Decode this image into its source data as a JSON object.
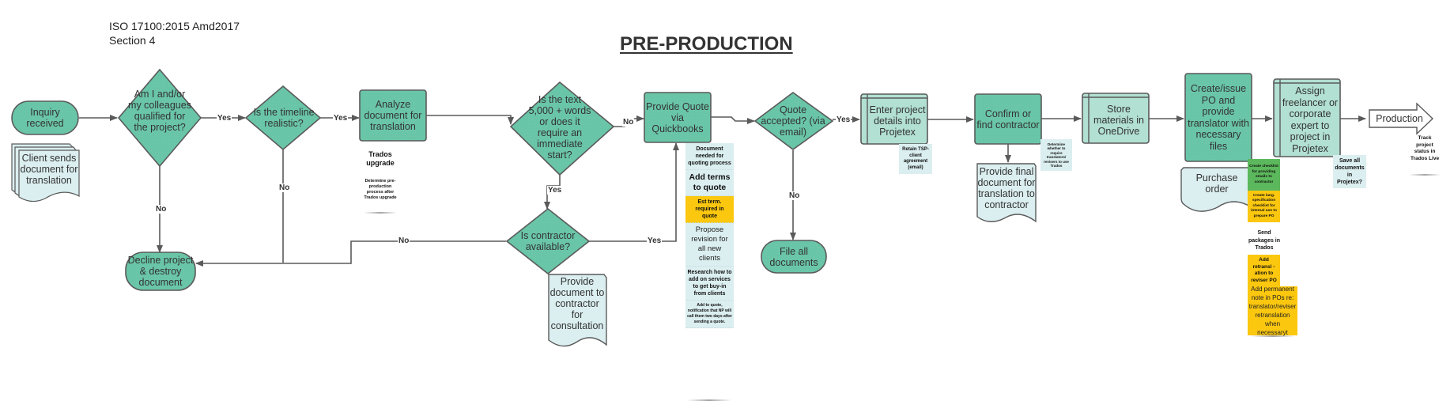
{
  "header": {
    "standard_line1": "ISO 17100:2015 Amd2017",
    "standard_line2": "Section 4",
    "title": "PRE-PRODUCTION"
  },
  "colors": {
    "process_fill": "#69c5a7",
    "secondary_fill": "#b2e0d2",
    "document_fill": "#dbeef0",
    "stroke": "#5a5a5a",
    "note_yellow": "#fbc70f",
    "note_green": "#5cb85c"
  },
  "nodes": {
    "inquiry_received": "Inquiry received",
    "client_sends_document": "Client sends document for translation",
    "qualified_decision": "Am I and/or my colleagues qualified for the project?",
    "timeline_decision": "Is the timeline realistic?",
    "decline_project": "Decline project & destroy document",
    "analyze_document": "Analyze document for translation",
    "word_count_decision": "Is the text 5,000 + words or does it require an immediate start?",
    "contractor_available_decision": "Is contractor available?",
    "provide_doc_consultation": "Provide document to contractor for consultation",
    "provide_quote": "Provide Quote via Quickbooks",
    "quote_accepted_decision": "Quote accepted? (via email)",
    "file_all_documents": "File all documents",
    "enter_project_details": "Enter project details into Projetex",
    "confirm_contractor": "Confirm or find contractor",
    "provide_final_document": "Provide final document for translation to contractor",
    "store_materials": "Store materials in OneDrive",
    "create_po": "Create/issue PO and provide translator with necessary files",
    "purchase_order": "Purchase order",
    "assign_freelancer": "Assign freelancer or corporate expert to project in Projetex",
    "production": "Production"
  },
  "edge_labels": {
    "yes": "Yes",
    "no": "No"
  },
  "notes": {
    "trados_upgrade_title": "Trados upgrade",
    "trados_upgrade_body": "Determine pre-production process after Trados upgrade",
    "quote_stack": [
      {
        "text": "Document needed for quoting process",
        "style": "plain",
        "size": "small"
      },
      {
        "text": "Add terms to quote",
        "style": "plain",
        "size": "large"
      },
      {
        "text": "Est term. required in quote",
        "style": "yellow",
        "size": "small"
      },
      {
        "text": "Propose revision for all new clients",
        "style": "plain",
        "size": "medium"
      },
      {
        "text": "Research how to add on services to get buy-in from clients",
        "style": "plain",
        "size": "small"
      },
      {
        "text": "Add to quote, notification that NP will call them two days after sending a quote.",
        "style": "plain",
        "size": "tiny"
      }
    ],
    "retain_agreement": "Retain TSP-client agreement (email)",
    "determine_trados": "Determine whether to require translators/ revisers to use Trados",
    "checklist_emails": "Create checklist for providing emails to contractor",
    "checklist_lang_spec": "Create lang. specification checklist for internal use to prepare PO",
    "send_packages": "Send packages in Trados",
    "add_retranslation": "Add retransl -ation to reviser PO",
    "permanent_note": "Add permanent note in POs re: translator/reviser retranslation when necessaryt",
    "save_documents": "Save all documents in Projetex?",
    "track_status": "Track project status in Trados Live"
  }
}
